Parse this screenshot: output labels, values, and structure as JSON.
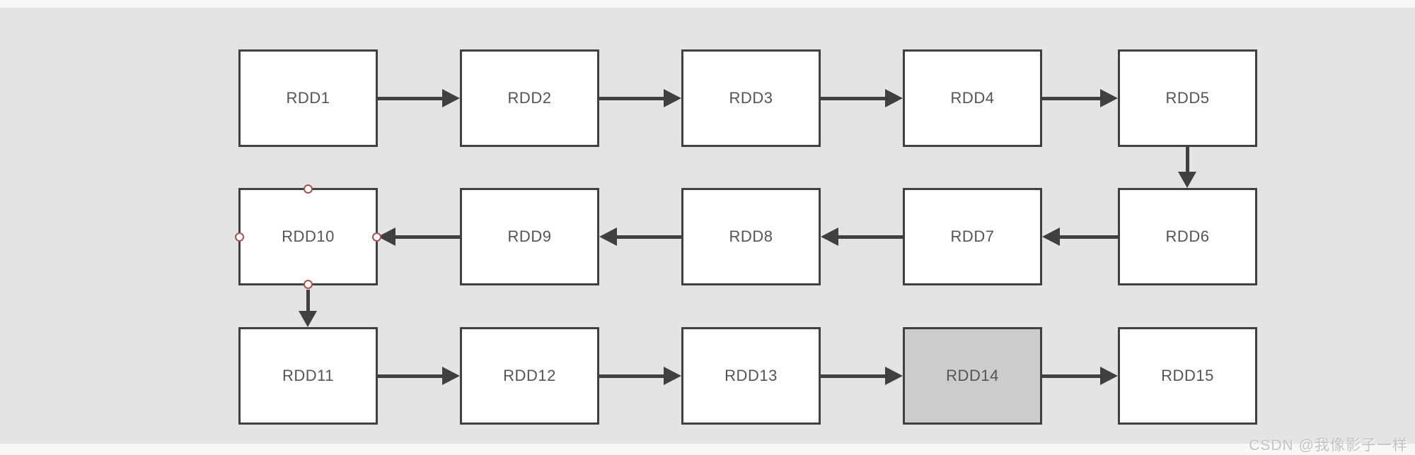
{
  "diagram": {
    "type": "flow-diagram",
    "description": "RDD lineage chain of 15 nodes laid out in three rows, flow snaking right, down, left, down, right",
    "colors": {
      "canvas_background": "#e4e4e4",
      "page_margin_strip": "#f7f7f5",
      "node_fill": "#ffffff",
      "node_border": "#404040",
      "node_text": "#545454",
      "highlighted_node_fill": "#cccccc",
      "arrow": "#404040",
      "connection_handle_ring": "#a85250",
      "connection_handle_fill": "#ffffff",
      "watermark_text": "#c3c1c1"
    },
    "nodes": [
      {
        "id": "RDD1",
        "label": "RDD1",
        "row": 1,
        "col": 1
      },
      {
        "id": "RDD2",
        "label": "RDD2",
        "row": 1,
        "col": 2
      },
      {
        "id": "RDD3",
        "label": "RDD3",
        "row": 1,
        "col": 3
      },
      {
        "id": "RDD4",
        "label": "RDD4",
        "row": 1,
        "col": 4
      },
      {
        "id": "RDD5",
        "label": "RDD5",
        "row": 1,
        "col": 5
      },
      {
        "id": "RDD6",
        "label": "RDD6",
        "row": 2,
        "col": 5
      },
      {
        "id": "RDD7",
        "label": "RDD7",
        "row": 2,
        "col": 4
      },
      {
        "id": "RDD8",
        "label": "RDD8",
        "row": 2,
        "col": 3
      },
      {
        "id": "RDD9",
        "label": "RDD9",
        "row": 2,
        "col": 2
      },
      {
        "id": "RDD10",
        "label": "RDD10",
        "row": 2,
        "col": 1,
        "selected": true,
        "connection_handles": [
          "top",
          "left",
          "right",
          "bottom"
        ]
      },
      {
        "id": "RDD11",
        "label": "RDD11",
        "row": 3,
        "col": 1
      },
      {
        "id": "RDD12",
        "label": "RDD12",
        "row": 3,
        "col": 2
      },
      {
        "id": "RDD13",
        "label": "RDD13",
        "row": 3,
        "col": 3
      },
      {
        "id": "RDD14",
        "label": "RDD14",
        "row": 3,
        "col": 4,
        "highlighted": true
      },
      {
        "id": "RDD15",
        "label": "RDD15",
        "row": 3,
        "col": 5
      }
    ],
    "edges": [
      {
        "from": "RDD1",
        "to": "RDD2",
        "direction": "right"
      },
      {
        "from": "RDD2",
        "to": "RDD3",
        "direction": "right"
      },
      {
        "from": "RDD3",
        "to": "RDD4",
        "direction": "right"
      },
      {
        "from": "RDD4",
        "to": "RDD5",
        "direction": "right"
      },
      {
        "from": "RDD5",
        "to": "RDD6",
        "direction": "down"
      },
      {
        "from": "RDD6",
        "to": "RDD7",
        "direction": "left"
      },
      {
        "from": "RDD7",
        "to": "RDD8",
        "direction": "left"
      },
      {
        "from": "RDD8",
        "to": "RDD9",
        "direction": "left"
      },
      {
        "from": "RDD9",
        "to": "RDD10",
        "direction": "left"
      },
      {
        "from": "RDD10",
        "to": "RDD11",
        "direction": "down"
      },
      {
        "from": "RDD11",
        "to": "RDD12",
        "direction": "right"
      },
      {
        "from": "RDD12",
        "to": "RDD13",
        "direction": "right"
      },
      {
        "from": "RDD13",
        "to": "RDD14",
        "direction": "right"
      },
      {
        "from": "RDD14",
        "to": "RDD15",
        "direction": "right"
      }
    ]
  },
  "watermark": {
    "text": "CSDN @我像影子一样"
  }
}
